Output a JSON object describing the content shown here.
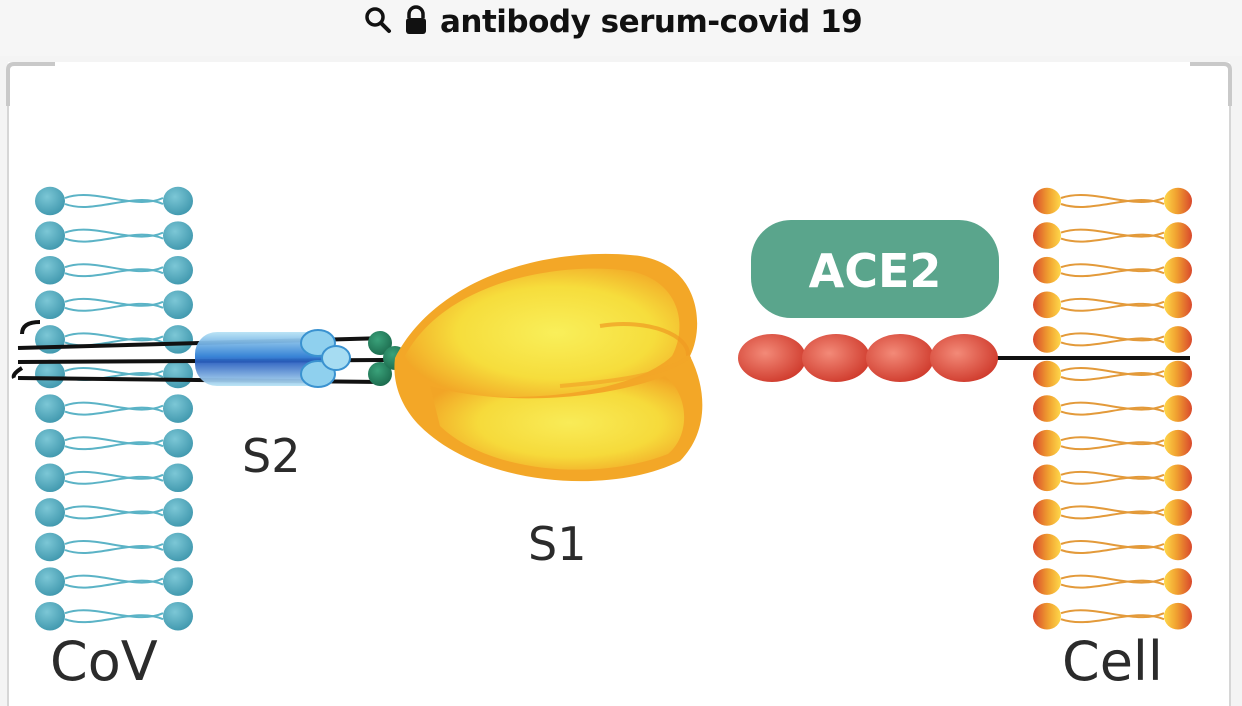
{
  "address_bar": {
    "url_text": "antibody serum-covid 19",
    "search_icon": "search-icon",
    "lock_icon": "lock-icon"
  },
  "diagram": {
    "labels": {
      "cov": "CoV",
      "s2": "S2",
      "s1": "S1",
      "ace2": "ACE2",
      "cell": "Cell"
    },
    "colors": {
      "virus_membrane": "#4aa3b8",
      "s2_blue": "#3d8fd8",
      "s1_yellow": "#f6e84a",
      "s1_orange": "#f5a623",
      "ace2_badge": "#5aa58c",
      "ace2_beads": "#d9463a",
      "cell_membrane": "#e8952a"
    }
  }
}
